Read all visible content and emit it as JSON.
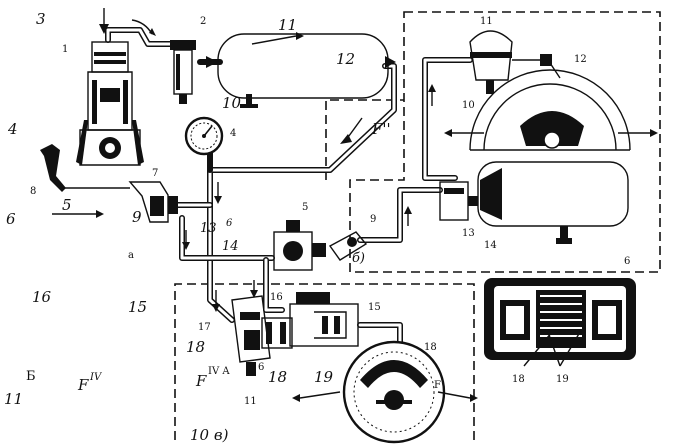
{
  "labels": {
    "n3": "3",
    "n4": "4",
    "n6a": "6",
    "n16": "16",
    "n15": "15",
    "nB": "Б",
    "n11b": "11",
    "nFIV": "F",
    "c1": "1",
    "c2": "2",
    "c11": "11",
    "c12": "12",
    "c10": "10",
    "c4": "4",
    "fpp": "F''",
    "c8": "8",
    "c5": "5",
    "c7": "7",
    "c9": "9",
    "c13": "13",
    "c6s": "6",
    "c14": "14",
    "c5b": "5",
    "c9b": "9",
    "cb": "б)",
    "ca": "а",
    "r11": "11",
    "r12": "12",
    "r10": "10",
    "r13": "13",
    "r14": "14",
    "r6": "6",
    "e17": "17",
    "e18": "18",
    "e16": "16",
    "e15": "15",
    "eFIVA": "F",
    "eIVA": "IV A",
    "e6": "6",
    "e18b": "18",
    "e11": "11",
    "e18c": "18",
    "e19": "19",
    "eFIV2": "F",
    "e10v": "10 в)",
    "g18": "18",
    "g19": "19",
    "sup4": "IV"
  }
}
